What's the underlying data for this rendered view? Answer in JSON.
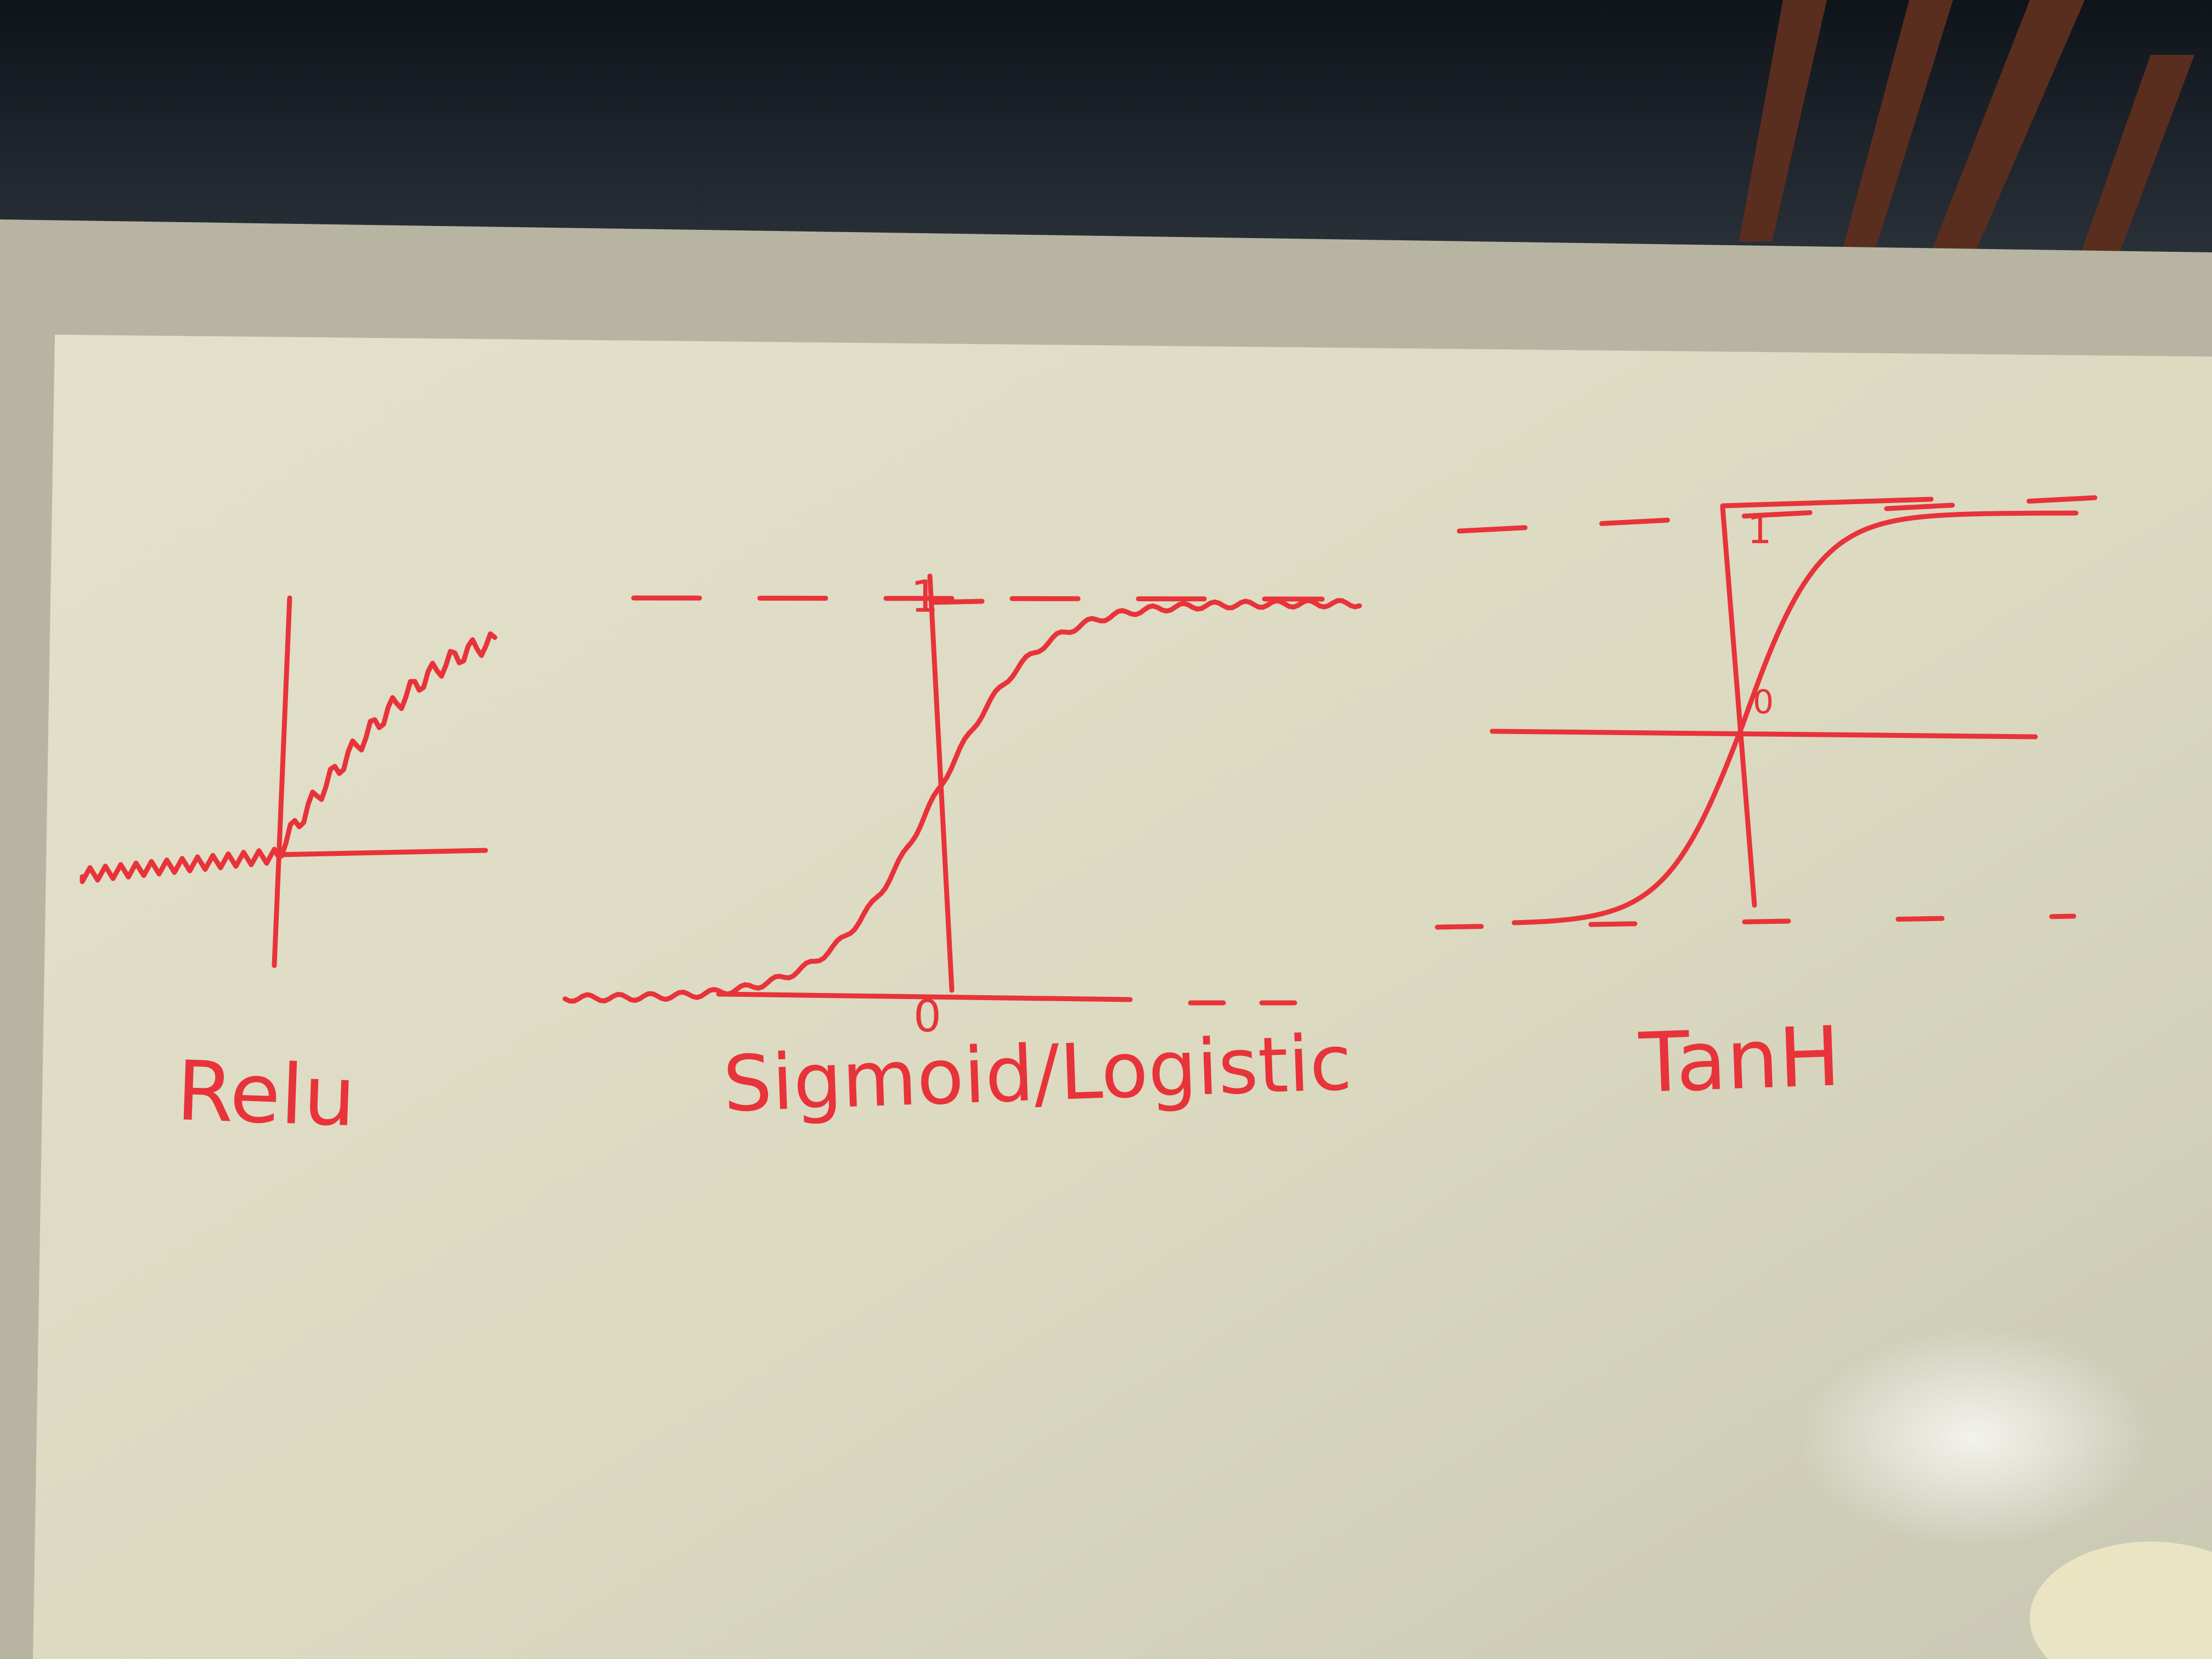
{
  "colors": {
    "marker": "#e8333a",
    "board": "#dedcc2",
    "frame": "#b9b7a3",
    "background_top": "#1b2129"
  },
  "board": {
    "labels": {
      "relu": "Relu",
      "sigmoid": "Sigmoid/Logistic",
      "tanh": "TanH"
    },
    "sigmoid_ticks": {
      "top": "1",
      "origin": "0"
    },
    "tanh_ticks": {
      "top": "1",
      "origin": "0"
    }
  }
}
